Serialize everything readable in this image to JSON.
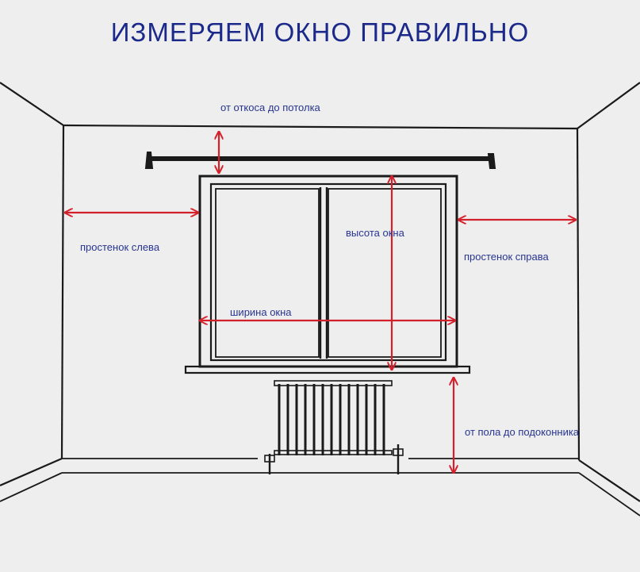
{
  "title": "ИЗМЕРЯЕМ ОКНО ПРАВИЛЬНО",
  "labels": {
    "ceiling_gap": "от откоса до потолка",
    "left_wall": "простенок слева",
    "window_height": "высота окна",
    "right_wall": "простенок справа",
    "window_width": "ширина окна",
    "floor_to_sill": "от пола до подоконника"
  },
  "colors": {
    "title": "#1b2a8a",
    "label": "#283591",
    "arrow": "#d4202b",
    "line": "#1a1a1a",
    "background": "#eeeeee"
  }
}
